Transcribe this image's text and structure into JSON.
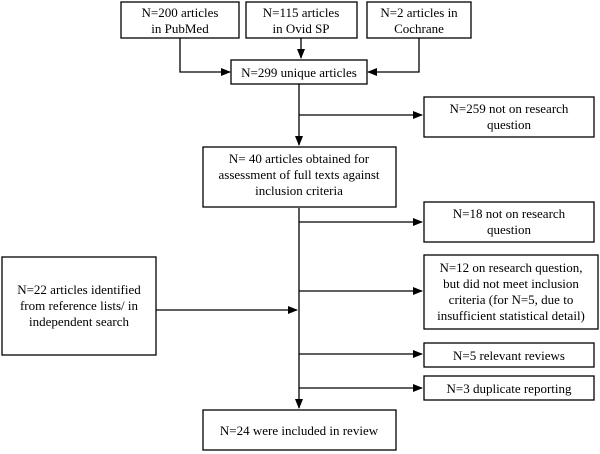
{
  "flowchart": {
    "sources": {
      "pubmed": [
        "N=200 articles",
        "in PubMed"
      ],
      "ovid": [
        "N=115 articles",
        "in Ovid SP"
      ],
      "cochrane": [
        "N=2 articles in",
        "Cochrane"
      ]
    },
    "unique": [
      "N=299 unique articles"
    ],
    "excluded_not_research": [
      "N=259 not on research",
      "question"
    ],
    "full_text": [
      "N= 40 articles obtained for",
      "assessment of full texts against",
      "inclusion criteria"
    ],
    "excluded_18": [
      "N=18 not on research",
      "question"
    ],
    "reference_search": [
      "N=22 articles identified",
      "from reference lists/ in",
      "independent search"
    ],
    "excluded_12": [
      "N=12 on research question,",
      "but did not meet inclusion",
      "criteria (for N=5, due to",
      "insufficient statistical detail)"
    ],
    "relevant_reviews": [
      "N=5 relevant reviews"
    ],
    "duplicate": [
      "N=3 duplicate reporting"
    ],
    "included": [
      "N=24 were included in review"
    ]
  }
}
